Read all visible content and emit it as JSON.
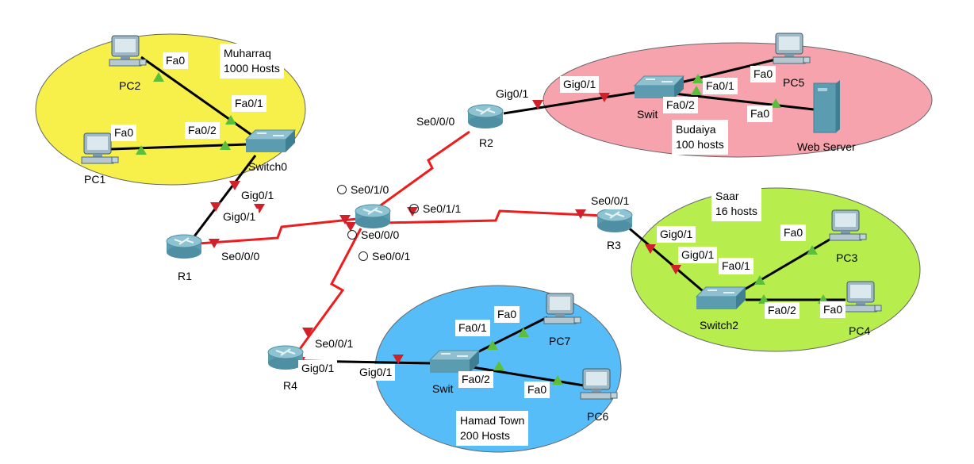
{
  "areas": [
    {
      "id": "muharraq",
      "name": "Muharraq",
      "hosts": "1000 Hosts",
      "color": "#f8f04a"
    },
    {
      "id": "budaiya",
      "name": "Budaiya",
      "hosts": "100 hosts",
      "color": "#f7a3ae"
    },
    {
      "id": "saar",
      "name": "Saar",
      "hosts": "16 hosts",
      "color": "#b7ee4e"
    },
    {
      "id": "hamad",
      "name": "Hamad Town",
      "hosts": "200 Hosts",
      "color": "#56bdf8"
    }
  ],
  "devices": [
    {
      "name": "PC2",
      "type": "pc"
    },
    {
      "name": "PC1",
      "type": "pc"
    },
    {
      "name": "Switch0",
      "type": "switch"
    },
    {
      "name": "R1",
      "type": "router"
    },
    {
      "name": "",
      "type": "router"
    },
    {
      "name": "R2",
      "type": "router"
    },
    {
      "name": "R3",
      "type": "router"
    },
    {
      "name": "R4",
      "type": "router"
    },
    {
      "name": "Swit",
      "type": "switch"
    },
    {
      "name": "PC5",
      "type": "pc"
    },
    {
      "name": "Web Server",
      "type": "server"
    },
    {
      "name": "Switch2",
      "type": "switch"
    },
    {
      "name": "PC3",
      "type": "pc"
    },
    {
      "name": "PC4",
      "type": "pc"
    },
    {
      "name": "Swit",
      "type": "switch"
    },
    {
      "name": "PC7",
      "type": "pc"
    },
    {
      "name": "PC6",
      "type": "pc"
    }
  ],
  "ports": [
    {
      "text": "Fa0"
    },
    {
      "text": "Fa0/1"
    },
    {
      "text": "Fa0/2"
    },
    {
      "text": "Fa0"
    },
    {
      "text": "Gig0/1"
    },
    {
      "text": "Gig0/1"
    },
    {
      "text": "Se0/0/0"
    },
    {
      "text": "Se0/0/0"
    },
    {
      "text": "Gig0/1"
    },
    {
      "text": "Gig0/1"
    },
    {
      "text": "Fa0/1"
    },
    {
      "text": "Fa0/2"
    },
    {
      "text": "Fa0"
    },
    {
      "text": "Fa0"
    },
    {
      "text": "Se0/1/0",
      "clock": true
    },
    {
      "text": "Se0/1/1",
      "clock": true
    },
    {
      "text": "Se0/0/0",
      "clock": true
    },
    {
      "text": "Se0/0/1",
      "clock": true
    },
    {
      "text": "Se0/0/1"
    },
    {
      "text": "Gig0/1"
    },
    {
      "text": "Gig0/1"
    },
    {
      "text": "Fa0/1"
    },
    {
      "text": "Fa0"
    },
    {
      "text": "Fa0/2"
    },
    {
      "text": "Fa0"
    },
    {
      "text": "Se0/0/1"
    },
    {
      "text": "Gig0/1"
    },
    {
      "text": "Gig0/1"
    },
    {
      "text": "Fa0/1"
    },
    {
      "text": "Fa0"
    },
    {
      "text": "Fa0/2"
    },
    {
      "text": "Fa0"
    }
  ],
  "colors": {
    "ethernet": "#000000",
    "serial": "#ee1c1c",
    "link_up": "#5cbf3a",
    "link_down": "#d0202a",
    "device": "#4f9bb0"
  }
}
